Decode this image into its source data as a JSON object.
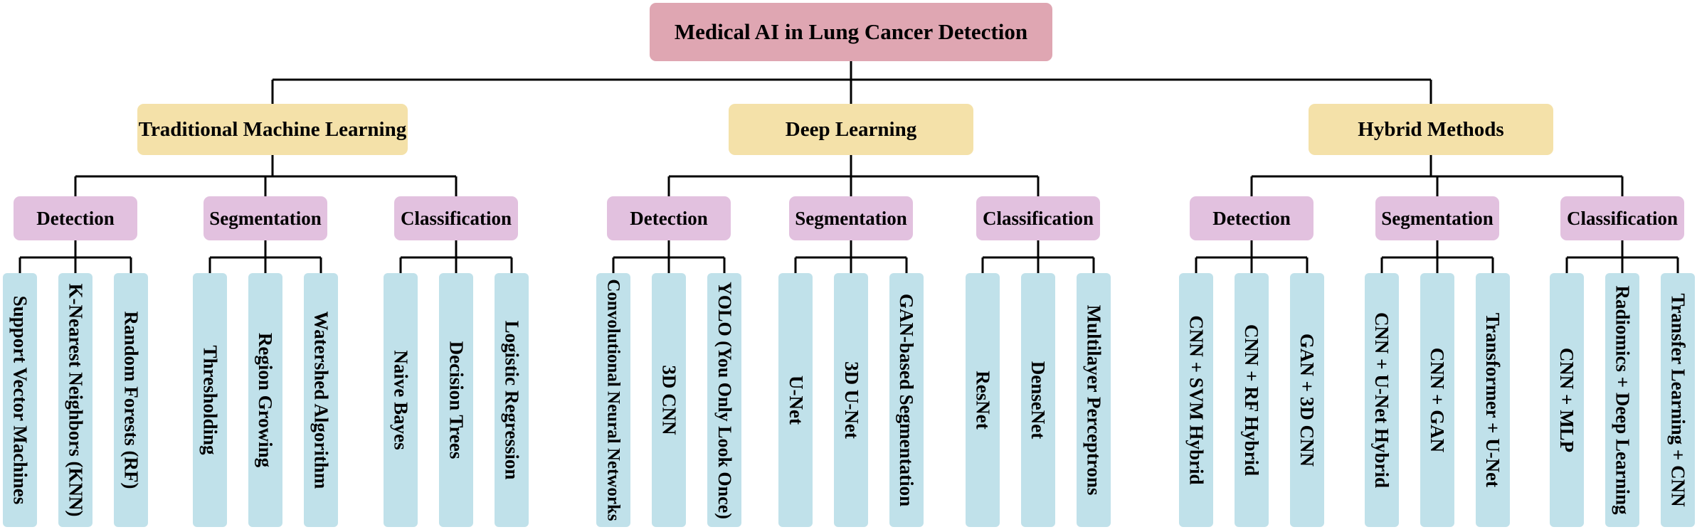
{
  "root": "Medical AI in Lung Cancer Detection",
  "categories": [
    {
      "label": "Traditional Machine Learning",
      "tasks": [
        {
          "label": "Detection",
          "methods": [
            "Support Vector Machines",
            "K-Nearest Neighbors (KNN)",
            "Random Forests (RF)"
          ]
        },
        {
          "label": "Segmentation",
          "methods": [
            "Thresholding",
            "Region Growing",
            "Watershed Algorithm"
          ]
        },
        {
          "label": "Classification",
          "methods": [
            "Naive Bayes",
            "Decision Trees",
            "Logistic Regression"
          ]
        }
      ]
    },
    {
      "label": "Deep Learning",
      "tasks": [
        {
          "label": "Detection",
          "methods": [
            "Convolutional Neural Networks",
            "3D CNN",
            "YOLO (You Only Look Once)"
          ]
        },
        {
          "label": "Segmentation",
          "methods": [
            "U-Net",
            "3D U-Net",
            "GAN-based Segmentation"
          ]
        },
        {
          "label": "Classification",
          "methods": [
            "ResNet",
            "DenseNet",
            "Multilayer Perceptrons"
          ]
        }
      ]
    },
    {
      "label": "Hybrid Methods",
      "tasks": [
        {
          "label": "Detection",
          "methods": [
            "CNN + SVM Hybrid",
            "CNN + RF Hybrid",
            "GAN + 3D CNN"
          ]
        },
        {
          "label": "Segmentation",
          "methods": [
            "CNN + U-Net Hybrid",
            "CNN + GAN",
            "Transformer + U-Net"
          ]
        },
        {
          "label": "Classification",
          "methods": [
            "CNN + MLP",
            "Radiomics + Deep Learning",
            "Transfer Learning + CNN"
          ]
        }
      ]
    }
  ],
  "colors": {
    "root": "#dfa6b2",
    "category": "#f4e1a9",
    "task": "#e2c1df",
    "method": "#c0e1ea",
    "connector": "#000000"
  }
}
